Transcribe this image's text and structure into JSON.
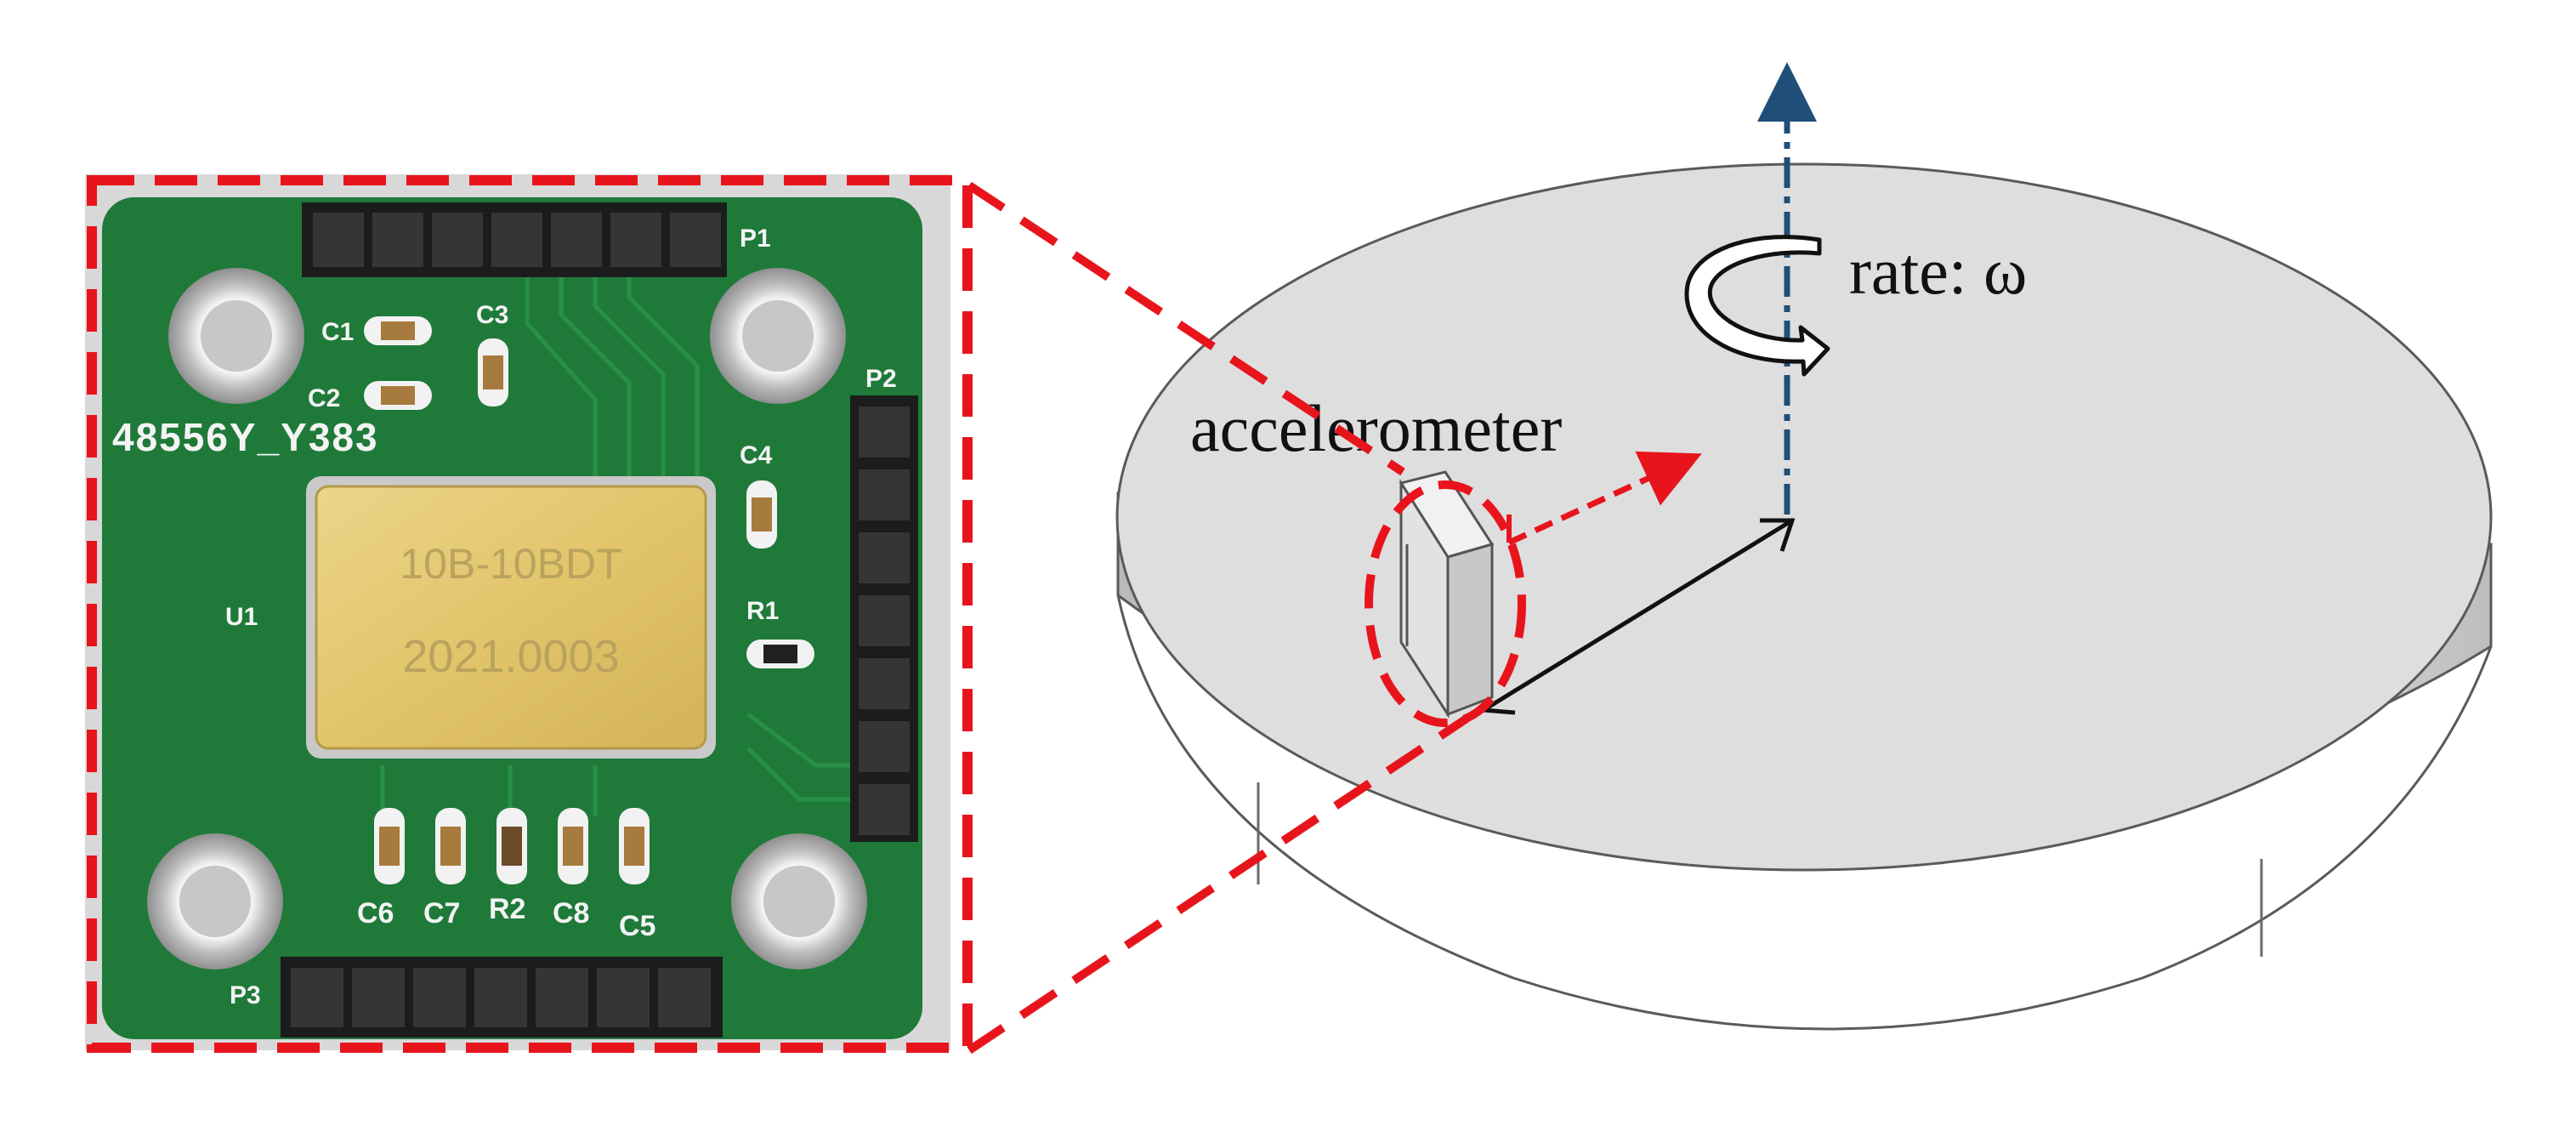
{
  "labels": {
    "rate": "rate: ω",
    "accelerometer": "accelerometer"
  },
  "pcb": {
    "board_id": "48556Y_Y383",
    "chip_line1": "10B-10BDT",
    "chip_line2": "2021.0003",
    "designators": {
      "p1": "P1",
      "p2": "P2",
      "p3": "P3",
      "c1": "C1",
      "c2": "C2",
      "c3": "C3",
      "c4": "C4",
      "c5": "C5",
      "c6": "C6",
      "c7": "C7",
      "c8": "C8",
      "r1": "R1",
      "r2": "R2",
      "u1": "U1"
    }
  },
  "colors": {
    "callout": "#e8141c",
    "axis": "#1f4e79",
    "pcb": "#1f7a3a",
    "disk_top": "#dcdcdc",
    "disk_side": "#c9c9c9",
    "chip": "#e2c66e"
  },
  "icons": {
    "rotation": "rotation-arrow-icon"
  }
}
